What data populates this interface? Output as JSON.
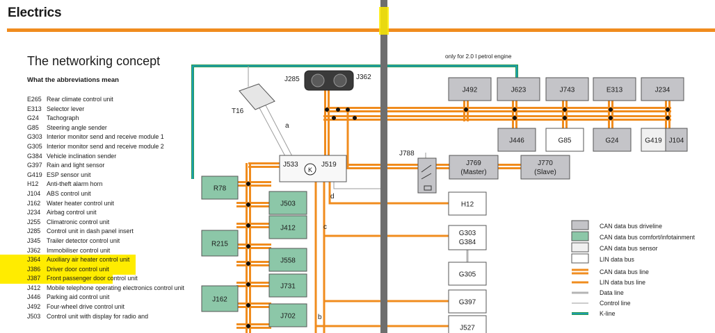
{
  "header": {
    "title": "Electrics"
  },
  "section": {
    "title": "The networking concept",
    "subtitle": "What the abbreviations mean"
  },
  "abbreviations": [
    {
      "code": "E265",
      "desc": "Rear climate control unit"
    },
    {
      "code": "E313",
      "desc": "Selector lever"
    },
    {
      "code": "G24",
      "desc": "Tachograph"
    },
    {
      "code": "G85",
      "desc": "Steering angle sender"
    },
    {
      "code": "G303",
      "desc": "Interior monitor send and receive module 1"
    },
    {
      "code": "G305",
      "desc": "Interior monitor send and receive module 2"
    },
    {
      "code": "G384",
      "desc": "Vehicle inclination sender"
    },
    {
      "code": "G397",
      "desc": "Rain and light sensor"
    },
    {
      "code": "G419",
      "desc": "ESP sensor unit"
    },
    {
      "code": "H12",
      "desc": "Anti-theft alarm horn"
    },
    {
      "code": "J104",
      "desc": "ABS control unit"
    },
    {
      "code": "J162",
      "desc": "Water heater control unit"
    },
    {
      "code": "J234",
      "desc": "Airbag control unit"
    },
    {
      "code": "J255",
      "desc": "Climatronic control unit"
    },
    {
      "code": "J285",
      "desc": "Control unit in dash panel insert"
    },
    {
      "code": "J345",
      "desc": "Trailer detector control unit"
    },
    {
      "code": "J362",
      "desc": "Immobiliser control unit"
    },
    {
      "code": "J364",
      "desc": "Auxiliary air heater control unit"
    },
    {
      "code": "J386",
      "desc": "Driver door control unit"
    },
    {
      "code": "J387",
      "desc": "Front passenger door control unit"
    },
    {
      "code": "J412",
      "desc": "Mobile telephone operating electronics control unit"
    },
    {
      "code": "J446",
      "desc": "Parking aid control unit"
    },
    {
      "code": "J492",
      "desc": "Four-wheel drive control unit"
    },
    {
      "code": "J503",
      "desc": "Control unit with display for radio and"
    }
  ],
  "diagram": {
    "note": "only for 2.0 l petrol engine",
    "diagnostic_connector": "T16",
    "dash_labels": [
      "J285",
      "J362"
    ],
    "gateway_labels": [
      "J533",
      "J519"
    ],
    "k_symbol": "K",
    "line_letters": [
      "a",
      "b",
      "c",
      "d"
    ],
    "relay_label": "J788",
    "driveline_top": [
      "J492",
      "J623",
      "J743",
      "E313",
      "J234"
    ],
    "driveline_bottom": [
      "J446",
      "G24"
    ],
    "sensor_units": [
      "G85",
      "G419"
    ],
    "abs_unit": "J104",
    "comfort_left": [
      "R78",
      "R215",
      "J162"
    ],
    "comfort_right": [
      "J503",
      "J412",
      "J558",
      "J731",
      "J702"
    ],
    "lin_master": {
      "code": "J769",
      "role": "(Master)"
    },
    "lin_slave": {
      "code": "J770",
      "role": "(Slave)"
    },
    "lin_units": [
      "H12",
      "G303",
      "G384",
      "G305",
      "G397",
      "J527"
    ]
  },
  "legend": [
    {
      "label": "CAN data bus driveline",
      "kind": "box",
      "color": "#c4c4c8"
    },
    {
      "label": "CAN data bus comfort/infotainment",
      "kind": "box",
      "color": "#8cc7a8"
    },
    {
      "label": "CAN data bus sensor",
      "kind": "box",
      "color": "#f0f0f0"
    },
    {
      "label": "LIN data bus",
      "kind": "box",
      "color": "#ffffff"
    },
    {
      "label": "CAN data bus line",
      "kind": "dline",
      "color": "#f08c1e"
    },
    {
      "label": "LIN data bus line",
      "kind": "line",
      "color": "#f08c1e"
    },
    {
      "label": "Data line",
      "kind": "line",
      "color": "#b4b4b4"
    },
    {
      "label": "Control line",
      "kind": "thin",
      "color": "#9a9a9a"
    },
    {
      "label": "K-line",
      "kind": "kline",
      "color": "#1a9fd0"
    }
  ],
  "colors": {
    "accent_orange": "#f08c1e",
    "driveline_grey": "#c4c4c8",
    "comfort_green": "#8cc7a8",
    "kline_blue": "#1a9fd0",
    "kline_green": "#2a9a4a",
    "highlight_yellow": "#ffec00"
  }
}
